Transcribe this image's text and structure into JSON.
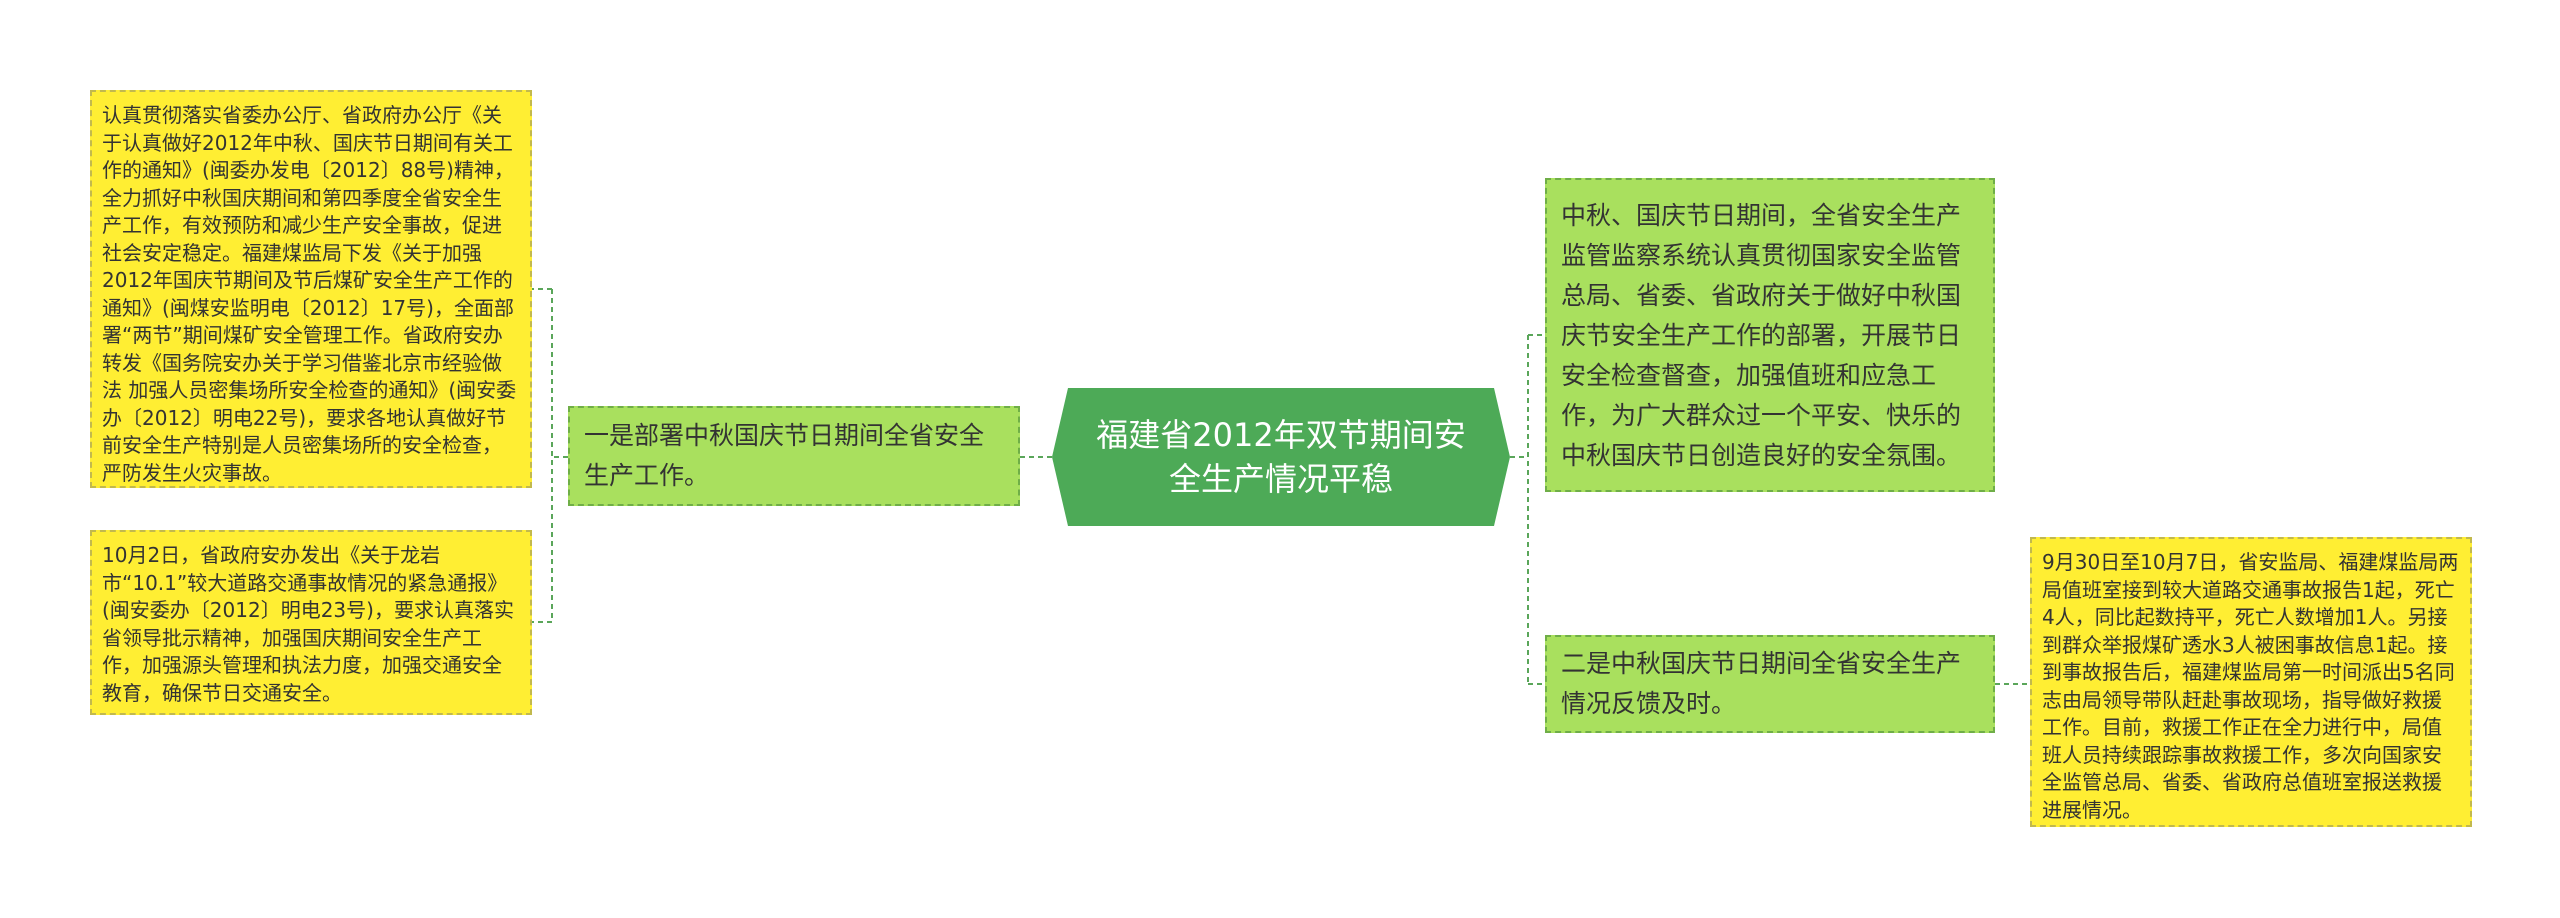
{
  "central": {
    "title": "福建省2012年双节期间安全生产情况平稳"
  },
  "branches": {
    "left": {
      "text": "一是部署中秋国庆节日期间全省安全生产工作。",
      "details": [
        "认真贯彻落实省委办公厅、省政府办公厅《关于认真做好2012年中秋、国庆节日期间有关工作的通知》(闽委办发电〔2012〕88号)精神，全力抓好中秋国庆期间和第四季度全省安全生产工作，有效预防和减少生产安全事故，促进社会安定稳定。福建煤监局下发《关于加强2012年国庆节期间及节后煤矿安全生产工作的通知》(闽煤安监明电〔2012〕17号)，全面部署“两节”期间煤矿安全管理工作。省政府安办转发《国务院安办关于学习借鉴北京市经验做法 加强人员密集场所安全检查的通知》(闽安委办〔2012〕明电22号)，要求各地认真做好节前安全生产特别是人员密集场所的安全检查，严防发生火灾事故。",
        "10月2日，省政府安办发出《关于龙岩市“10.1”较大道路交通事故情况的紧急通报》(闽安委办〔2012〕明电23号)，要求认真落实省领导批示精神，加强国庆期间安全生产工作，加强源头管理和执法力度，加强交通安全教育，确保节日交通安全。"
      ]
    },
    "right_top": {
      "text": "中秋、国庆节日期间，全省安全生产监管监察系统认真贯彻国家安全监管总局、省委、省政府关于做好中秋国庆节安全生产工作的部署，开展节日安全检查督查，加强值班和应急工作，为广大群众过一个平安、快乐的中秋国庆节日创造良好的安全氛围。"
    },
    "right_bottom": {
      "text": "二是中秋国庆节日期间全省安全生产情况反馈及时。",
      "details": [
        "9月30日至10月7日，省安监局、福建煤监局两局值班室接到较大道路交通事故报告1起，死亡4人，同比起数持平，死亡人数增加1人。另接到群众举报煤矿透水3人被困事故信息1起。接到事故报告后，福建煤监局第一时间派出5名同志由局领导带队赶赴事故现场，指导做好救援工作。目前，救援工作正在全力进行中，局值班人员持续跟踪事故救援工作，多次向国家安全监管总局、省委、省政府总值班室报送救援进展情况。"
      ]
    }
  },
  "colors": {
    "central_fill": "#4daa57",
    "branch_fill": "#a9e05e",
    "branch_border": "#6fae47",
    "leaf_fill": "#ffee33",
    "leaf_border": "#c2b94d",
    "connector": "#5aa65a"
  }
}
